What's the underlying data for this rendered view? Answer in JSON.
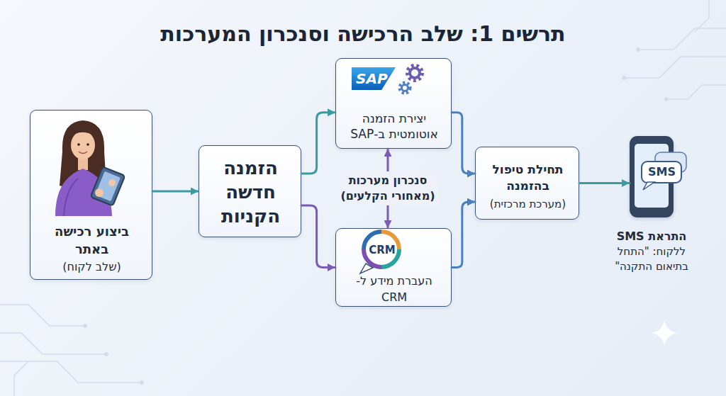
{
  "diagram": {
    "title": "תרשים 1: שלב הרכישה וסנכרון המערכות",
    "nodes": [
      {
        "text": [
          "ביצוע רכישה באתר",
          "(שלב לקוח)"
        ]
      },
      {
        "text": [
          "הזמנה חדשה הקניות"
        ]
      },
      {
        "text": [
          "SAP",
          "יצירת הזמנה אוטומטית ב-SAP"
        ]
      },
      {
        "text": [
          "CRM",
          "העברת מידע ל-CRM"
        ]
      },
      {
        "text": [
          "תחילת טיפול בהזמנה",
          "(מערכת מרכזית)"
        ]
      },
      {
        "text": [
          "SMS",
          "התראת SMS",
          "ללקוח: \"התחל בתיאום התקנה\""
        ]
      }
    ],
    "edges": [
      {
        "from": 0,
        "to": 1,
        "arrow": "to"
      },
      {
        "from": 1,
        "to": 2,
        "arrow": "to"
      },
      {
        "from": 1,
        "to": 3,
        "arrow": "to"
      },
      {
        "from": 2,
        "to": 4,
        "arrow": "to"
      },
      {
        "from": 3,
        "to": 4,
        "arrow": "to"
      },
      {
        "from": 2,
        "to": 3,
        "label": "סנכרון מערכות (מאחורי הקלעים)",
        "arrow": "both"
      },
      {
        "from": 4,
        "to": 5,
        "arrow": "to"
      }
    ]
  }
}
